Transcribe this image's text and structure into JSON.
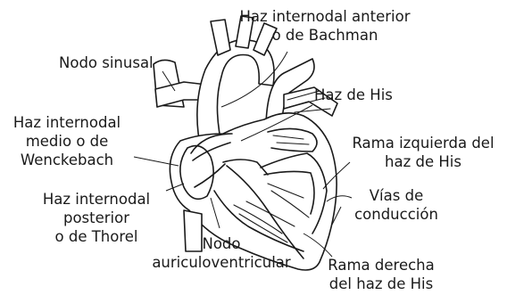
{
  "labels": {
    "bachman": [
      "Haz internodal anterior",
      "o de Bachman"
    ],
    "sinusal": [
      "Nodo sinusal"
    ],
    "his": [
      "Haz de His"
    ],
    "wenckebach": [
      "Haz internodal",
      "medio o de",
      "Wenckebach"
    ],
    "rama_izq": [
      "Rama izquierda del",
      "haz de His"
    ],
    "vias": [
      "Vías de",
      "conducción"
    ],
    "thorel": [
      "Haz internodal",
      "posterior",
      "o de Thorel"
    ],
    "av_node": [
      "Nodo",
      "auriculoventricular"
    ],
    "rama_der": [
      "Rama derecha",
      "del haz de His"
    ]
  }
}
